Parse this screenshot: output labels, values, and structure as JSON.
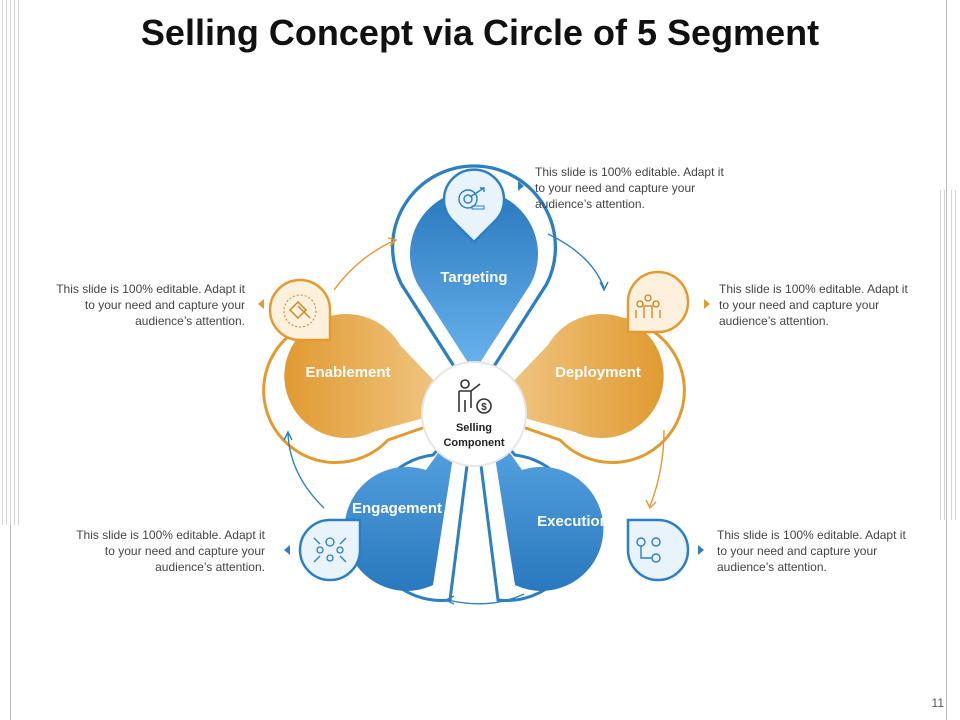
{
  "title": "Selling Concept via Circle of 5 Segment",
  "center": {
    "line1": "Selling",
    "line2": "Component",
    "icon": "person-dollar-icon"
  },
  "segments": [
    {
      "label": "Targeting",
      "color": "blue",
      "icon": "target-head-icon"
    },
    {
      "label": "Deployment",
      "color": "orange",
      "icon": "team-icon"
    },
    {
      "label": "Execution",
      "color": "blue",
      "icon": "gears-flow-icon"
    },
    {
      "label": "Engagement",
      "color": "blue",
      "icon": "network-people-icon"
    },
    {
      "label": "Enablement",
      "color": "orange",
      "icon": "handshake-icon"
    }
  ],
  "descriptions": {
    "targeting": "This slide is 100% editable. Adapt it to your need and capture your audience’s attention.",
    "deployment": "This slide is 100% editable. Adapt it to your need and capture your audience’s attention.",
    "execution": "This slide is 100% editable. Adapt it to your need and capture your audience’s attention.",
    "engagement": "This slide is 100% editable. Adapt it to your need and capture your audience’s attention.",
    "enablement": "This slide is 100% editable. Adapt it to your need and capture your audience’s attention."
  },
  "colors": {
    "blue": "#2d7fc4",
    "blue_light": "#6fb3ea",
    "orange": "#e39a2f",
    "orange_light": "#f1c682",
    "outline": "#1f6fb0"
  },
  "page_number": "11"
}
